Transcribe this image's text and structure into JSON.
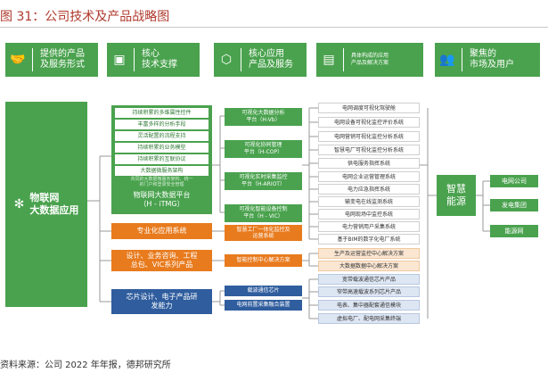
{
  "title": "图 31：公司技术及产品战略图",
  "headers": [
    {
      "icon": "handshake-icon",
      "glyph": "🤝",
      "label": "提供的产品\n及服务形式"
    },
    {
      "icon": "chip-icon",
      "glyph": "▣",
      "label": "核心\n技术支撑"
    },
    {
      "icon": "cube-icon",
      "glyph": "⬡",
      "label": "核心应用\n产品及服务"
    },
    {
      "icon": "documents-icon",
      "glyph": "▤",
      "label": "具体构成的应用\n产品及解决方案"
    },
    {
      "icon": "people-icon",
      "glyph": "👥",
      "label": "聚焦的\n市场及用户"
    }
  ],
  "iot": {
    "label": "物联网\n大数据应用"
  },
  "platform": {
    "items": [
      "持续积累的多维属性控件",
      "丰富多样的分析手段",
      "灵活配置的流程支持",
      "持续积累的业务模型",
      "持续积累的互联协议",
      "大数据微服务架构"
    ],
    "note": "共同的大数据微服务架构、统一\n的门户和登录安全管理",
    "title": "物联网大数据平台\n（H - iTMG）"
  },
  "col2": {
    "specialized": "专业化应用系统",
    "design": "设计、业务咨询、工程\n总包、VIC系列产品",
    "chip": "芯片设计、电子产品研\n发能力"
  },
  "col3": {
    "green": [
      "可视化大数据分析\n平台（H-Vb）",
      "可视化协同管理\n平台（H-COP）",
      "可视化实时采集监控\n平台（H-ARIOT）",
      "可视化智能设备控制\n平台（H - VIC）"
    ],
    "orange": [
      "智慧工厂一体化监控及\n运营系统",
      "智能控制中心解决方案"
    ],
    "blue": [
      "载波通信芯片",
      "电网前置采集融合装置"
    ]
  },
  "col4": {
    "plain": [
      "电网调度可视化驾驶舱",
      "电网设备可视化监控评价系统",
      "电网营销可视化监控分析系统",
      "智慧电厂可视化监控分析系统",
      "供电服务指挥系统",
      "电网企业运营管理系统",
      "电力应急指挥系统",
      "输变电在线监测系统",
      "电网现场中监控系统",
      "电力营销用户采集系统",
      "基于BIM的数字化电厂系统"
    ],
    "orange": [
      "生产及运营监控中心解决方案",
      "大数据数据中心解决方案"
    ],
    "blue": [
      "宽带载波通信芯片产品",
      "窄带高速载波系列芯片产品",
      "电表、集中器配套通信模块",
      "虚拟电厂、配电网采集终端"
    ]
  },
  "smart_energy": "智慧\n能源",
  "markets": [
    "电网公司",
    "发电集团",
    "能源网"
  ],
  "source": "资料来源：公司 2022 年年报，德邦研究所"
}
